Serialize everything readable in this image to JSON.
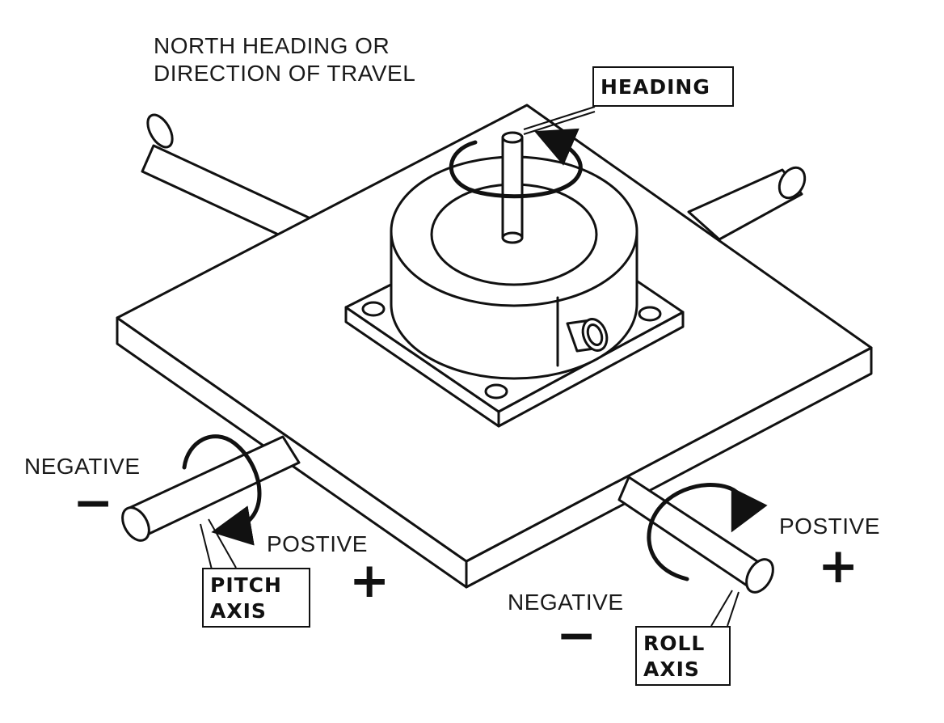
{
  "labels": {
    "north_heading_line1": "NORTH HEADING OR",
    "north_heading_line2": "DIRECTION OF TRAVEL",
    "heading": "HEADING",
    "pitch_negative": "NEGATIVE",
    "pitch_positive": "POSTIVE",
    "pitch_axis_line1": "PITCH",
    "pitch_axis_line2": "AXIS",
    "roll_negative": "NEGATIVE",
    "roll_positive": "POSTIVE",
    "roll_axis_line1": "ROLL",
    "roll_axis_line2": "AXIS",
    "minus_sign": "−",
    "plus_sign": "+"
  },
  "colors": {
    "line": "#111111",
    "fill": "#ffffff"
  }
}
